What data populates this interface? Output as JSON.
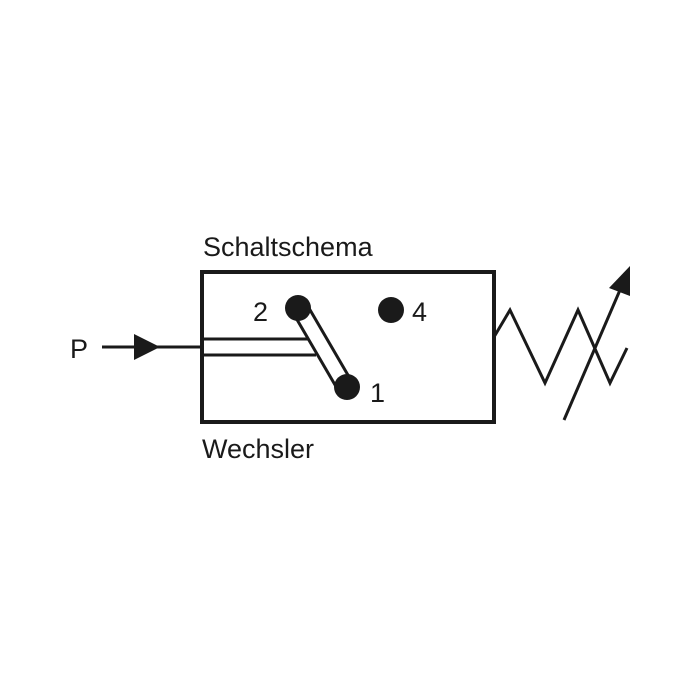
{
  "diagram": {
    "title": "Schaltschema",
    "subtitle": "Wechsler",
    "input_label": "P",
    "ports": {
      "port_2": "2",
      "port_4": "4",
      "port_1": "1"
    },
    "colors": {
      "line": "#1a1a1a",
      "background": "#ffffff"
    },
    "icons": {
      "input_arrow": "arrow-right-icon",
      "adjustable_spring": "adjustable-spring-icon",
      "switch_contact": "contact-dot-icon"
    }
  }
}
